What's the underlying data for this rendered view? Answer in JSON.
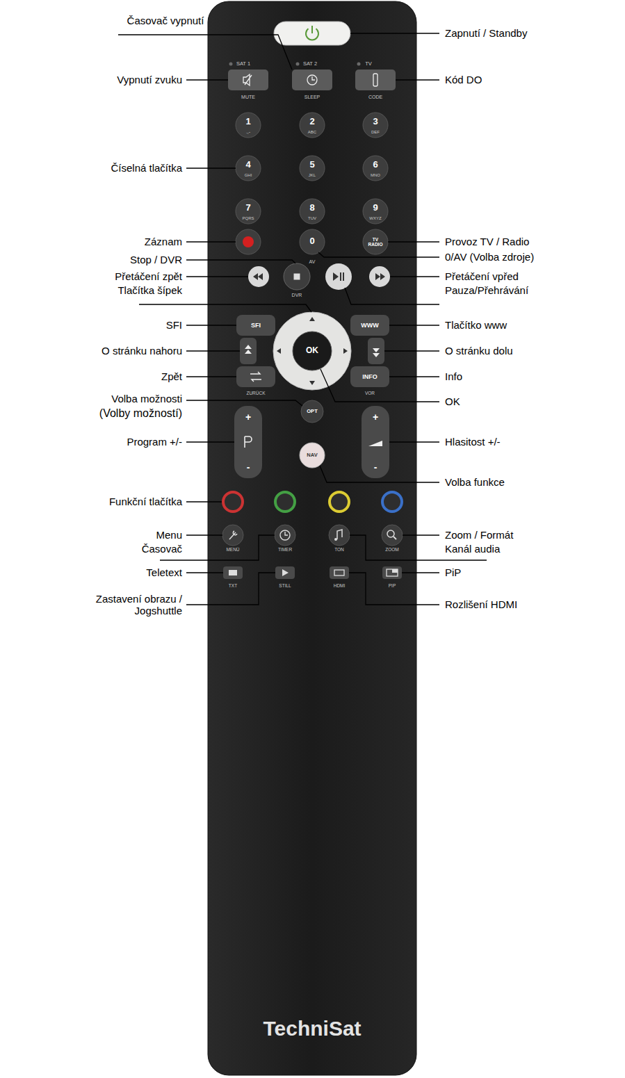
{
  "diagram": {
    "labels": [
      "Zapnutí / Standby",
      "Časovač vypnutí",
      "Vypnutí zvuku",
      "Kód DO",
      "SAT 1",
      "SAT 2",
      "TV",
      "MUTE",
      "SLEEP",
      "CODE",
      "Číselná tlačítka",
      "1",
      ".,-",
      "2",
      "ABC",
      "3",
      "DEF",
      "4",
      "GHI",
      "5",
      "JKL",
      "6",
      "MNO",
      "7",
      "PQRS",
      "8",
      "TUV",
      "9",
      "WXYZ",
      "0",
      "AV",
      "TV RADIO",
      "Záznam",
      "Provoz TV / Radio",
      "0/AV (Volba zdroje)",
      "Stop / DVR",
      "Přetáčení zpět",
      "Tlačítka šípek",
      "Přetáčení vpřed",
      "Pauza/Přehrávání",
      "DVR",
      "SFI",
      "SFI",
      "WWW",
      "Tlačítko www",
      "O stránku nahoru",
      "O stránku dolu",
      "OK",
      "ZURÜCK",
      "INFO",
      "VOR",
      "Zpět",
      "Info",
      "OK",
      "Volba možnosti",
      "(Volby možností)",
      "OPT",
      "Program +/-",
      "Hlasitost +/-",
      "+",
      "-",
      "+",
      "-",
      "NAV",
      "Volba funkce",
      "Funkční tlačítka",
      "Menu",
      "Časovač",
      "MENÜ",
      "TIMER",
      "TON",
      "ZOOM",
      "Zoom / Formát",
      "Kanál audia",
      "TXT",
      "STILL",
      "HDMI",
      "PIP",
      "Teletext",
      "PiP",
      "Zastavení obrazu / Jogshuttle",
      "Rozlišení HDMI",
      "TechniSat"
    ]
  }
}
